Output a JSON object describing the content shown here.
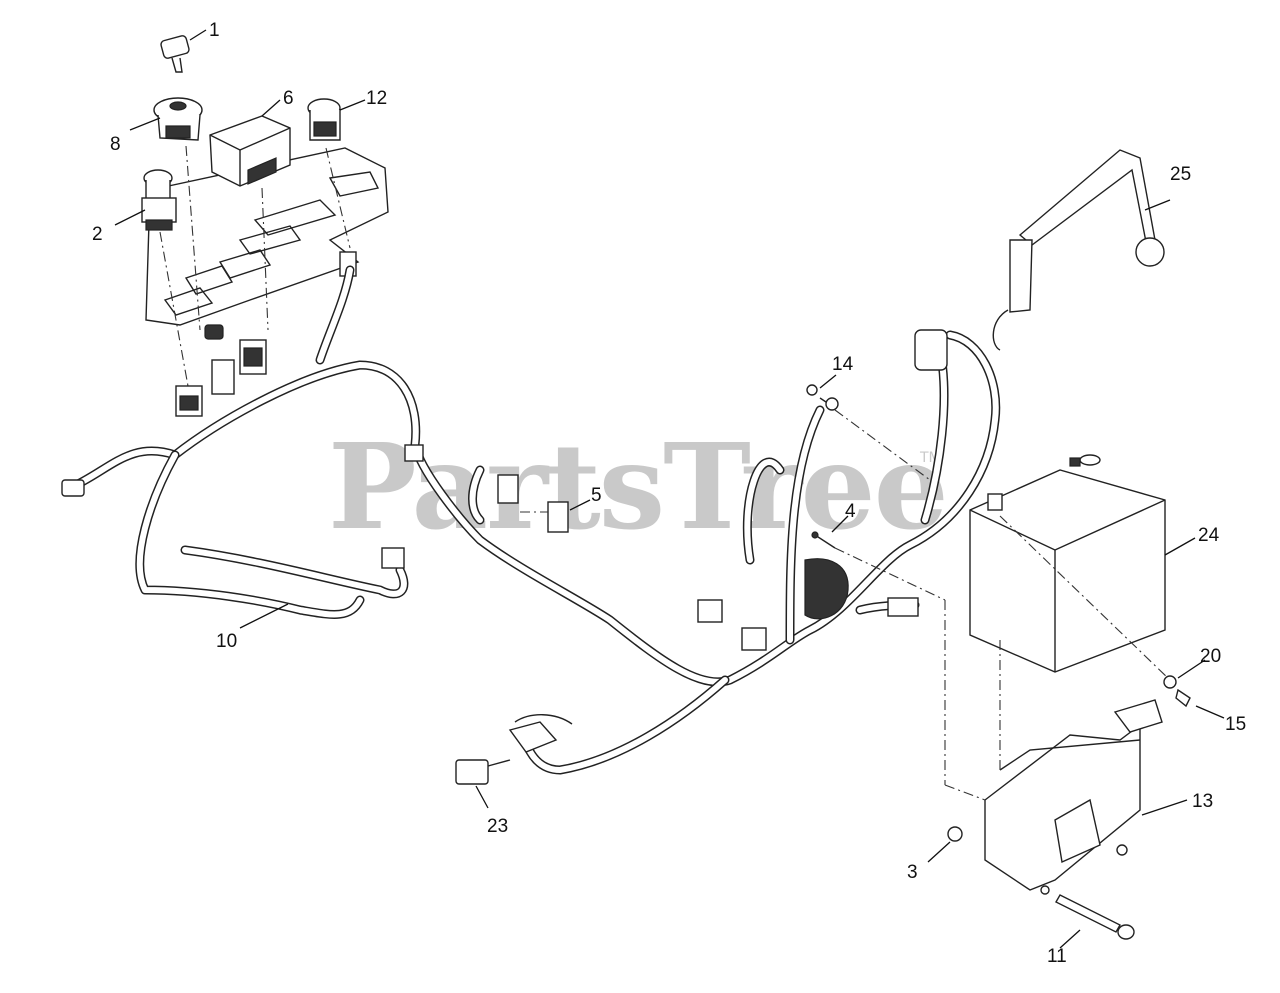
{
  "watermark": {
    "text": "PartsTree",
    "trademark": "TM"
  },
  "callouts": [
    {
      "id": "1",
      "label": "1"
    },
    {
      "id": "2",
      "label": "2"
    },
    {
      "id": "3",
      "label": "3"
    },
    {
      "id": "4",
      "label": "4"
    },
    {
      "id": "5",
      "label": "5"
    },
    {
      "id": "6",
      "label": "6"
    },
    {
      "id": "8",
      "label": "8"
    },
    {
      "id": "10",
      "label": "10"
    },
    {
      "id": "11",
      "label": "11"
    },
    {
      "id": "12",
      "label": "12"
    },
    {
      "id": "13",
      "label": "13"
    },
    {
      "id": "14",
      "label": "14"
    },
    {
      "id": "15",
      "label": "15"
    },
    {
      "id": "20",
      "label": "20"
    },
    {
      "id": "23",
      "label": "23"
    },
    {
      "id": "24",
      "label": "24"
    },
    {
      "id": "25",
      "label": "25"
    }
  ],
  "colors": {
    "line": "#222222",
    "watermark": "#c9c9c9",
    "background": "#ffffff"
  }
}
